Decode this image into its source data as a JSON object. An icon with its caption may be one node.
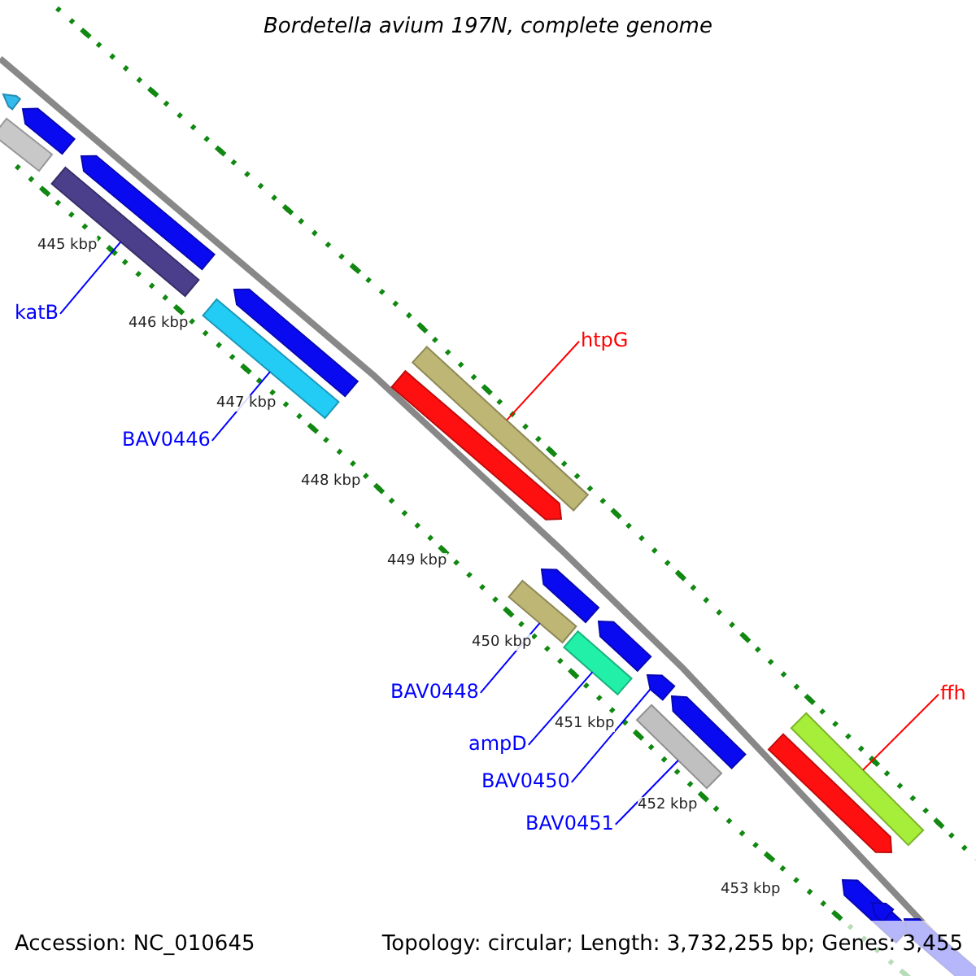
{
  "diagram": {
    "title": "Bordetella avium 197N, complete genome",
    "nodes": [
      {
        "text": [
          "katB"
        ]
      },
      {
        "text": [],
        "shape": "bar"
      },
      {
        "text": [
          "BAV0446"
        ]
      },
      {
        "text": [],
        "shape": "bar"
      },
      {
        "text": [
          "htpG"
        ]
      },
      {
        "text": [],
        "shape": "bar"
      },
      {
        "text": [
          "BAV0448"
        ]
      },
      {
        "text": [],
        "shape": "bar"
      },
      {
        "text": [
          "ampD"
        ]
      },
      {
        "text": [],
        "shape": "bar"
      },
      {
        "text": [
          "BAV0450"
        ]
      },
      {
        "text": [],
        "shape": "arrow"
      },
      {
        "text": [
          "BAV0451"
        ]
      },
      {
        "text": [],
        "shape": "bar"
      },
      {
        "text": [
          "ffh"
        ]
      },
      {
        "text": [],
        "shape": "bar"
      }
    ],
    "edges": [
      {
        "from": 0,
        "to": 1,
        "arrow": "none"
      },
      {
        "from": 2,
        "to": 3,
        "arrow": "none"
      },
      {
        "from": 4,
        "to": 5,
        "arrow": "none",
        "color": "#ff0000"
      },
      {
        "from": 6,
        "to": 7,
        "arrow": "none"
      },
      {
        "from": 8,
        "to": 9,
        "arrow": "none"
      },
      {
        "from": 10,
        "to": 11,
        "arrow": "none"
      },
      {
        "from": 12,
        "to": 13,
        "arrow": "none"
      },
      {
        "from": 14,
        "to": 15,
        "arrow": "none",
        "color": "#ff0000"
      }
    ],
    "labels": [
      "445 kbp",
      "446 kbp",
      "447 kbp",
      "448 kbp",
      "449 kbp",
      "450 kbp",
      "451 kbp",
      "452 kbp",
      "453 kbp",
      "Accession: NC_010645",
      "Topology: circular; Length: 3,732,255 bp; Genes: 3,455"
    ]
  }
}
